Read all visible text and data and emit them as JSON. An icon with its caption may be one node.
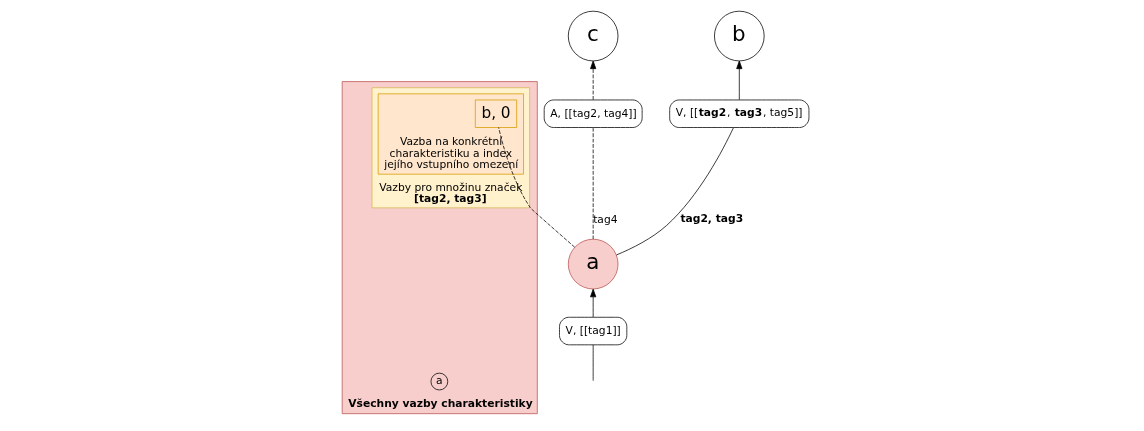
{
  "diagram": {
    "nodes": [
      {
        "text": [
          "c"
        ]
      },
      {
        "text": [
          "b"
        ]
      },
      {
        "text": [
          "Všechny vazby charakteristiky"
        ]
      },
      {
        "text": [
          "a"
        ],
        "in": 2
      },
      {
        "text": [
          "Vazby pro množinu značek",
          "[tag2, tag3]"
        ],
        "in": 2
      },
      {
        "text": [
          "Vazba na konkrétní charakteristiku a index jejího vstupního omezení"
        ],
        "in": 4
      },
      {
        "text": [
          "b, 0"
        ],
        "in": 5
      },
      {
        "text": [
          "A, [[tag2, tag4]]"
        ]
      },
      {
        "text": [
          "V, [[**tag2**, **tag3**, tag5]]"
        ]
      },
      {
        "text": [
          "a"
        ]
      },
      {
        "text": [
          "V, [[tag1]]"
        ]
      }
    ],
    "edges": [
      {
        "from": 7,
        "to": 0,
        "arrow": "to",
        "style": "dashed"
      },
      {
        "from": 9,
        "to": 7,
        "arrow": "none",
        "style": "dashed",
        "label": "tag4"
      },
      {
        "from": 8,
        "to": 1,
        "arrow": "to"
      },
      {
        "from": 9,
        "to": 8,
        "arrow": "none",
        "label": "tag2, tag3"
      },
      {
        "from": 9,
        "to": 6,
        "arrow": "none",
        "style": "dashed"
      },
      {
        "from": 10,
        "to": 9,
        "arrow": "to"
      },
      {
        "from": null,
        "to": 10,
        "arrow": "none"
      }
    ]
  }
}
